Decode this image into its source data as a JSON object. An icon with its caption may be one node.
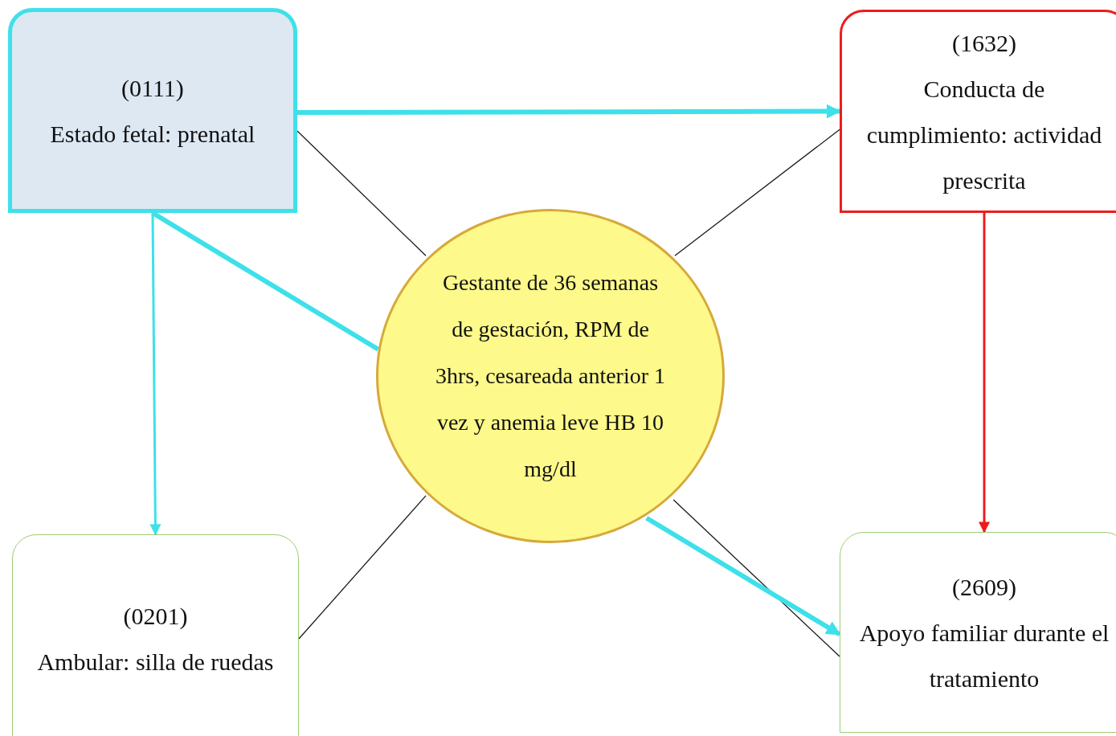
{
  "diagram": {
    "nodes": [
      {
        "text": [
          "(0111)",
          "Estado fetal: prenatal"
        ]
      },
      {
        "text": [
          "(1632)",
          "Conducta de cumplimiento: actividad prescrita"
        ]
      },
      {
        "text": [
          "Gestante de 36 semanas de gestación, RPM de 3hrs, cesareada anterior 1 vez y anemia leve HB 10 mg/dl"
        ]
      },
      {
        "text": [
          "(0201)",
          "Ambular: silla de ruedas"
        ]
      },
      {
        "text": [
          "(2609)",
          "Apoyo familiar durante el tratamiento"
        ]
      }
    ],
    "edges": [
      {
        "from": 0,
        "to": 1,
        "arrow": "to",
        "style": "thick"
      },
      {
        "from": 0,
        "to": 3,
        "arrow": "to"
      },
      {
        "from": 0,
        "to": 2,
        "arrow": "none",
        "style": "thick"
      },
      {
        "from": 1,
        "to": 4,
        "arrow": "to",
        "color": "#ee1c1c"
      },
      {
        "from": 2,
        "to": 0,
        "arrow": "none",
        "color": "#1a1a1a"
      },
      {
        "from": 2,
        "to": 1,
        "arrow": "none",
        "color": "#1a1a1a"
      },
      {
        "from": 2,
        "to": 3,
        "arrow": "none",
        "color": "#1a1a1a"
      },
      {
        "from": 2,
        "to": 4,
        "arrow": "none",
        "color": "#1a1a1a"
      },
      {
        "from": 2,
        "to": 4,
        "arrow": "to",
        "style": "thick"
      }
    ]
  }
}
